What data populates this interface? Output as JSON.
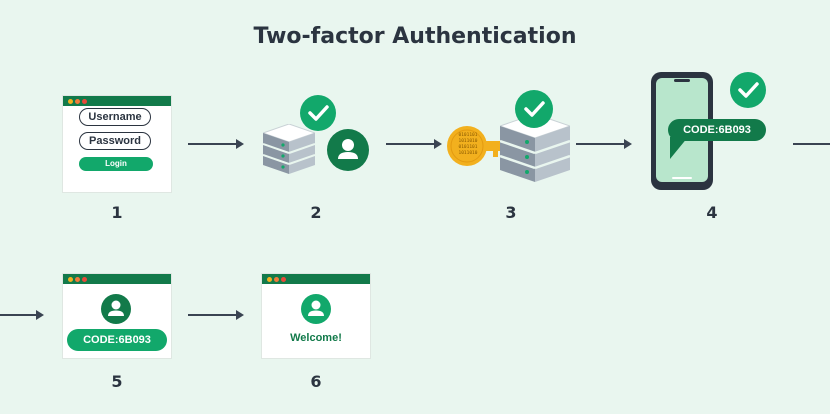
{
  "title": "Two-factor Authentication",
  "steps": {
    "s1": {
      "number": "1",
      "username": "Username",
      "password": "Password",
      "login": "Login"
    },
    "s2": {
      "number": "2"
    },
    "s3": {
      "number": "3",
      "key_bits": [
        "0101101",
        "1011010",
        "0101101",
        "1011010"
      ]
    },
    "s4": {
      "number": "4",
      "code": "CODE:6B093"
    },
    "s5": {
      "number": "5",
      "code": "CODE:6B093"
    },
    "s6": {
      "number": "6",
      "welcome": "Welcome!"
    }
  },
  "colors": {
    "background": "#e9f6ef",
    "dark_green": "#127a4a",
    "accent_green": "#12a86b",
    "text_dark": "#2b3440",
    "arrow": "#3a4452",
    "key_gold": "#f2b01e"
  },
  "icons": [
    "check-icon",
    "user-icon",
    "server-icon",
    "key-icon",
    "phone-icon",
    "arrow-right-icon"
  ]
}
